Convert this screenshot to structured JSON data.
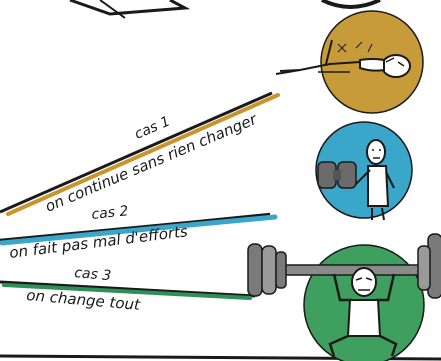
{
  "colors": {
    "line_cas1": "#c8952c",
    "line_cas2": "#3aa6c9",
    "line_cas3": "#2f8f57",
    "circle_cas1": "#c79a3a",
    "circle_cas2": "#3aa6c9",
    "circle_cas3": "#3f9f5f",
    "ink": "#1a1a1a"
  },
  "scenarios": [
    {
      "label": "cas 1",
      "caption": "on continue sans rien changer",
      "icon": "lying-person-icon"
    },
    {
      "label": "cas 2",
      "caption": "on fait pas mal d'efforts",
      "icon": "dumbbell-person-icon"
    },
    {
      "label": "cas 3",
      "caption": "on change tout",
      "icon": "barbell-person-icon"
    }
  ]
}
